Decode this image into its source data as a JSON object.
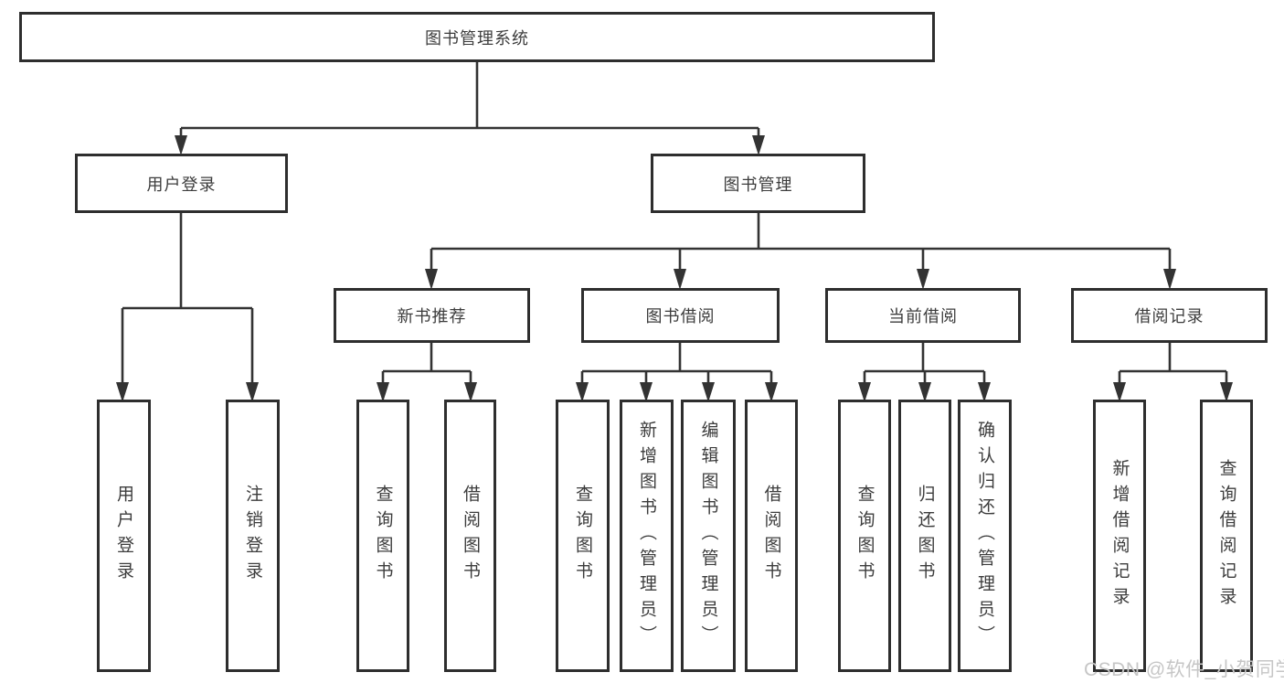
{
  "diagram": {
    "root": "图书管理系统",
    "branches": {
      "user_login": "用户登录",
      "book_mgmt": "图书管理"
    },
    "modules": {
      "new_book_rec": "新书推荐",
      "book_borrow": "图书借阅",
      "current_borrow": "当前借阅",
      "borrow_record": "借阅记录"
    },
    "leaves": {
      "user_login_login": "用户登录",
      "user_login_logout": "注销登录",
      "rec_query": "查询图书",
      "rec_borrow": "借阅图书",
      "bb_query": "查询图书",
      "bb_add": "新增图书（管理员）",
      "bb_edit": "编辑图书（管理员）",
      "bb_borrow": "借阅图书",
      "cb_query": "查询图书",
      "cb_return": "归还图书",
      "cb_confirm": "确认归还（管理员）",
      "br_add": "新增借阅记录",
      "br_query": "查询借阅记录"
    }
  },
  "watermark": "CSDN @软件_小贺同学",
  "colors": {
    "line": "#333333",
    "box_border": "#2e2e2e",
    "text": "#3c3c3c",
    "watermark": "#c6c6c6",
    "background": "#ffffff"
  }
}
